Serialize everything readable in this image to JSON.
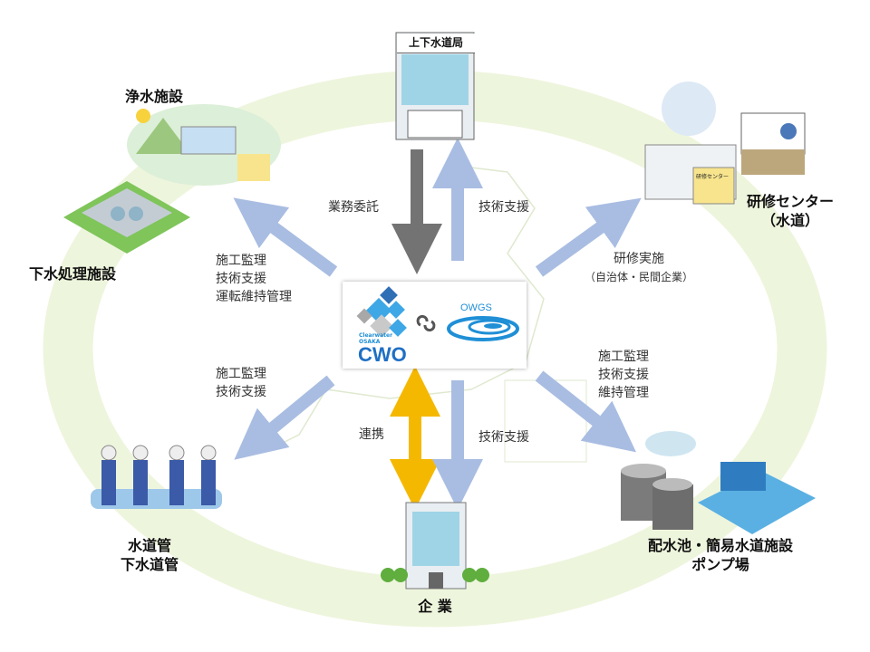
{
  "nodes": {
    "water_bureau": "上下水道局",
    "purification": "浄水施設",
    "sewage_treatment": "下水処理施設",
    "training_center": [
      "研修センター",
      "（水道）"
    ],
    "pipes": [
      "水道管",
      "下水道管"
    ],
    "company": "企 業",
    "reservoir": [
      "配水池・簡易水道施設",
      "ポンプ場"
    ],
    "training_sign": "研修センター"
  },
  "center": {
    "cwo_small": [
      "Clearwater",
      "OSAKA"
    ],
    "cwo": "CWO",
    "owgs": "OWGS"
  },
  "relations": {
    "outsourcing": "業務委託",
    "tech_support_up": "技術支援",
    "upper_left": [
      "施工監理",
      "技術支援",
      "運転維持管理"
    ],
    "upper_right": [
      "研修実施",
      "（自治体・民間企業）"
    ],
    "lower_left": [
      "施工監理",
      "技術支援"
    ],
    "lower_right": [
      "施工監理",
      "技術支援",
      "維持管理"
    ],
    "cooperation": "連携",
    "tech_support_down": "技術支援"
  },
  "colors": {
    "arrow_blue": "#a9bde2",
    "arrow_gray": "#737373",
    "arrow_yellow": "#f5b800",
    "ring": "#eef5dd"
  }
}
